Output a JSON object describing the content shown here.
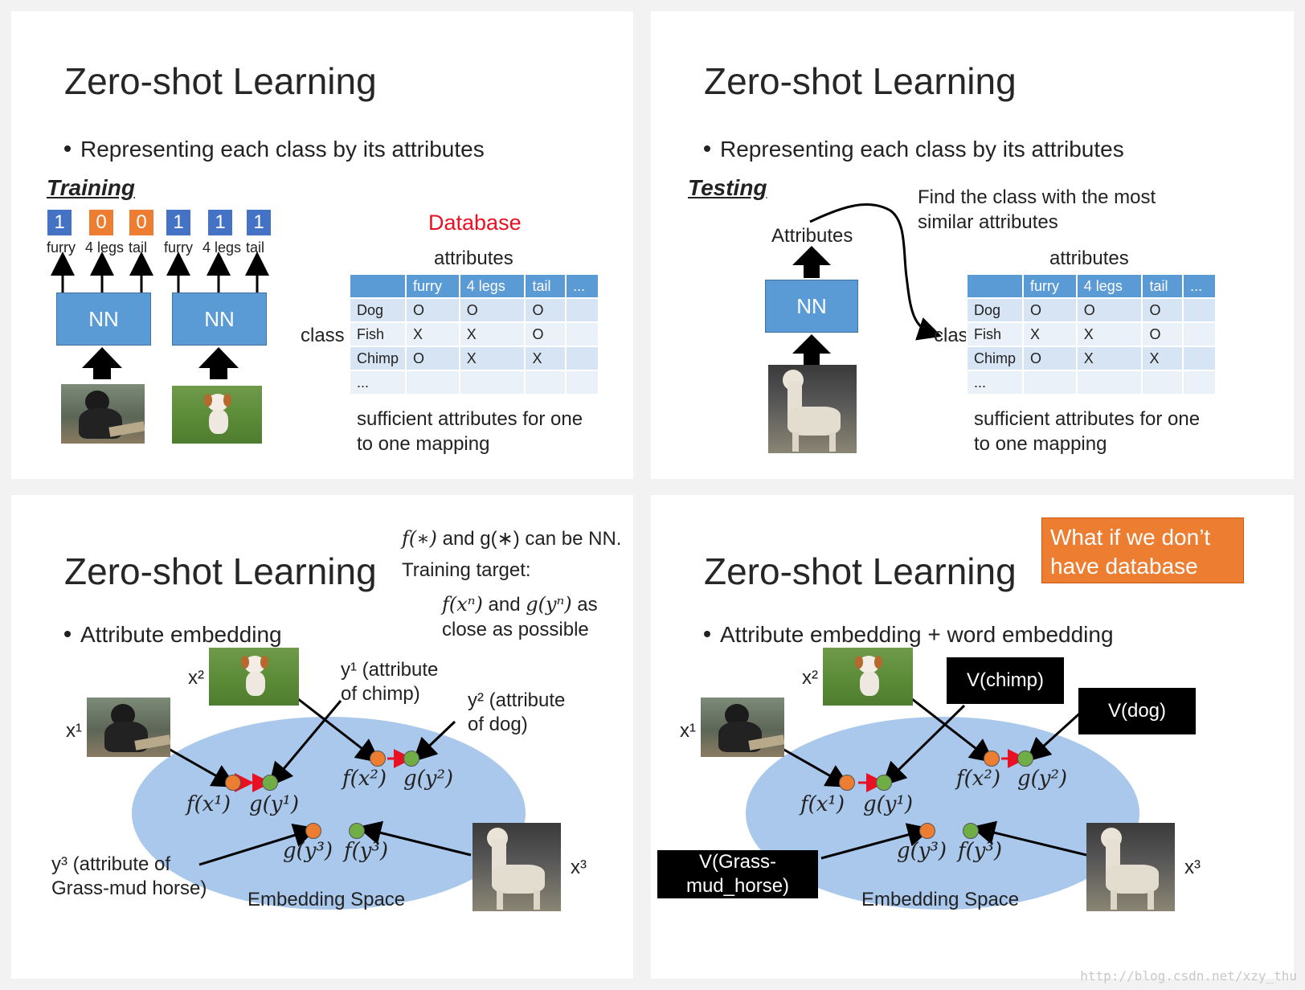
{
  "slides": {
    "tl": {
      "title": "Zero-shot Learning",
      "bullet": "Representing each class by its attributes",
      "section": "Training",
      "bits1": [
        "1",
        "0",
        "0"
      ],
      "bits2": [
        "1",
        "1",
        "1"
      ],
      "attr_labels1": [
        "furry",
        "4 legs",
        "tail"
      ],
      "attr_labels2": [
        "furry",
        "4 legs",
        "tail"
      ],
      "nn_label": "NN",
      "database_label": "Database",
      "attributes_label": "attributes",
      "class_label": "class",
      "table": {
        "headers": [
          "",
          "furry",
          "4 legs",
          "tail",
          "..."
        ],
        "rows": [
          [
            "Dog",
            "O",
            "O",
            "O",
            ""
          ],
          [
            "Fish",
            "X",
            "X",
            "O",
            ""
          ],
          [
            "Chimp",
            "O",
            "X",
            "X",
            ""
          ],
          [
            "...",
            "",
            "",
            "",
            ""
          ]
        ]
      },
      "note_line1": "sufficient attributes for one",
      "note_line2": "to one mapping"
    },
    "tr": {
      "title": "Zero-shot Learning",
      "bullet": "Representing each class by its attributes",
      "section": "Testing",
      "find_line1": "Find the class with the most",
      "find_line2": "similar attributes",
      "attributes_out": "Attributes",
      "nn_label": "NN",
      "attributes_label": "attributes",
      "class_label": "class",
      "table": {
        "headers": [
          "",
          "furry",
          "4 legs",
          "tail",
          "..."
        ],
        "rows": [
          [
            "Dog",
            "O",
            "O",
            "O",
            ""
          ],
          [
            "Fish",
            "X",
            "X",
            "O",
            ""
          ],
          [
            "Chimp",
            "O",
            "X",
            "X",
            ""
          ],
          [
            "...",
            "",
            "",
            "",
            ""
          ]
        ]
      },
      "note_line1": "sufficient attributes for one",
      "note_line2": "to one mapping"
    },
    "bl": {
      "title": "Zero-shot Learning",
      "bullet": "Attribute embedding",
      "note1_a": "f(∗)",
      "note1_b": " and g(∗) can be NN.",
      "note2": "Training target:",
      "note3_a": "f(xⁿ)",
      "note3_b": " and ",
      "note3_c": "g(yⁿ)",
      "note3_d": " as",
      "note4": "close as possible",
      "x1": "x¹",
      "x2": "x²",
      "x3": "x³",
      "y1_line1": "y¹ (attribute",
      "y1_line2": "of chimp)",
      "y2_line1": "y² (attribute",
      "y2_line2": "of dog)",
      "y3_line1": "y³ (attribute of",
      "y3_line2": "Grass-mud horse)",
      "fx1": "f(x¹)",
      "gy1": "g(y¹)",
      "fx2": "f(x²)",
      "gy2": "g(y²)",
      "gy3": "g(y³)",
      "fy3": "f(y³)",
      "space_label": "Embedding Space"
    },
    "br": {
      "title": "Zero-shot Learning",
      "bullet": "Attribute embedding + word embedding",
      "note_line1": "What if we don’t",
      "note_line2": "have database",
      "v_chimp": "V(chimp)",
      "v_dog": "V(dog)",
      "v_horse_line1": "V(Grass-",
      "v_horse_line2": "mud_horse)",
      "x1": "x¹",
      "x2": "x²",
      "x3": "x³",
      "fx1": "f(x¹)",
      "gy1": "g(y¹)",
      "fx2": "f(x²)",
      "gy2": "g(y²)",
      "gy3": "g(y³)",
      "fy3": "f(y³)",
      "space_label": "Embedding Space"
    }
  },
  "watermark": "http://blog.csdn.net/xzy_thu",
  "colors": {
    "nn_blue": "#5b9bd5",
    "bit_blue": "#4472c4",
    "bit_orange": "#ed7d31",
    "database_red": "#e81123",
    "embedding_space": "#a9c8ec",
    "point_orange": "#ed7d31",
    "point_green": "#70ad47",
    "pull_arrow": "#e81123"
  },
  "icons": [
    "chimp-photo",
    "dog-photo",
    "alpaca-photo",
    "arrow-up-icon"
  ]
}
